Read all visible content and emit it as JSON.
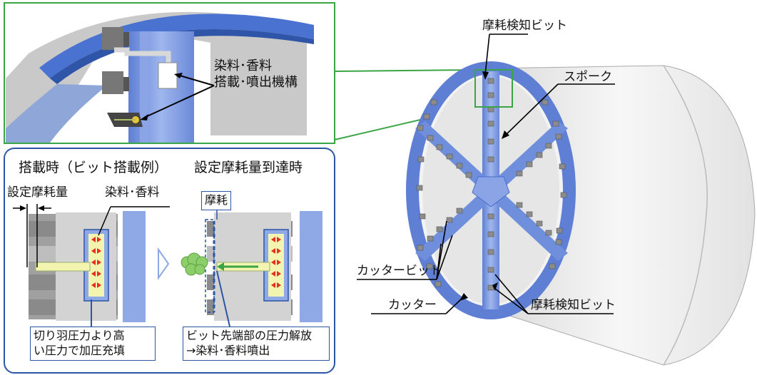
{
  "top_panel": {
    "label_line1": "染料･香料",
    "label_line2": "搭載･噴出機構"
  },
  "bottom_panel": {
    "title_left": "搭載時（ビット搭載例）",
    "title_right": "設定摩耗量到達時",
    "label_wear_setting": "設定摩耗量",
    "label_dye": "染料･香料",
    "label_wear": "摩耗",
    "note_left_line1": "切り羽圧力より高",
    "note_left_line2": "い圧力で加圧充填",
    "note_right_line1": "ビット先端部の圧力解放",
    "note_right_line2": "→染料･香料噴出"
  },
  "machine_labels": {
    "wear_bit_top": "摩耗検知ビット",
    "spoke": "スポーク",
    "cutter_bit": "カッタービット",
    "cutter": "カッター",
    "wear_bit_bottom": "摩耗検知ビット"
  },
  "colors": {
    "frame_green": "#3aa545",
    "frame_blue": "#2b55a5",
    "ring_blue": "#6f8fdc",
    "fluid_yellow": "#f2f4b0",
    "arrow_red": "#e53020",
    "cloud_green": "#8ccf6a"
  }
}
